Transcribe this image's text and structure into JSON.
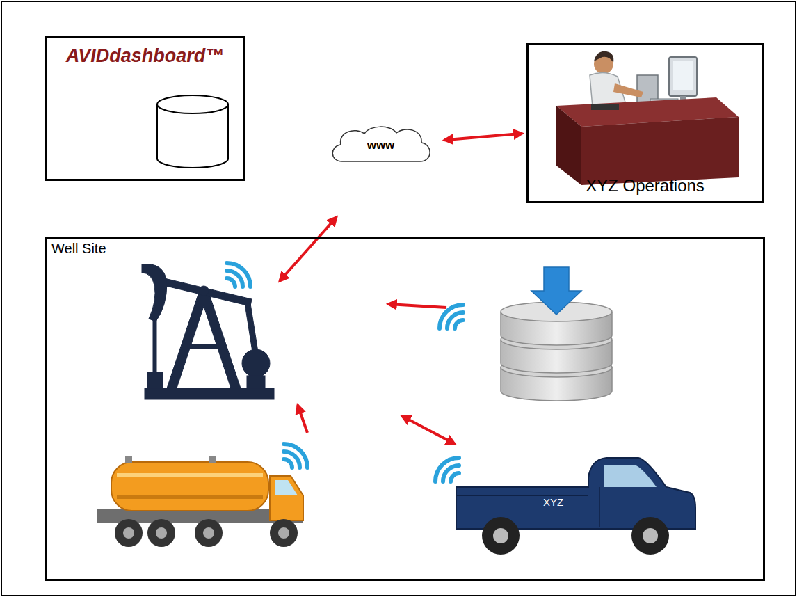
{
  "diagram": {
    "nodes": [
      {
        "text": [
          "AVIDdashboard™"
        ]
      },
      {
        "text": [
          "www"
        ]
      },
      {
        "text": [
          "XYZ Operations"
        ]
      },
      {
        "text": [
          "Well Site"
        ]
      }
    ],
    "edges": [
      {
        "from": 1,
        "to": 2,
        "arrow": "both"
      }
    ],
    "labels": [
      "XYZ"
    ]
  }
}
